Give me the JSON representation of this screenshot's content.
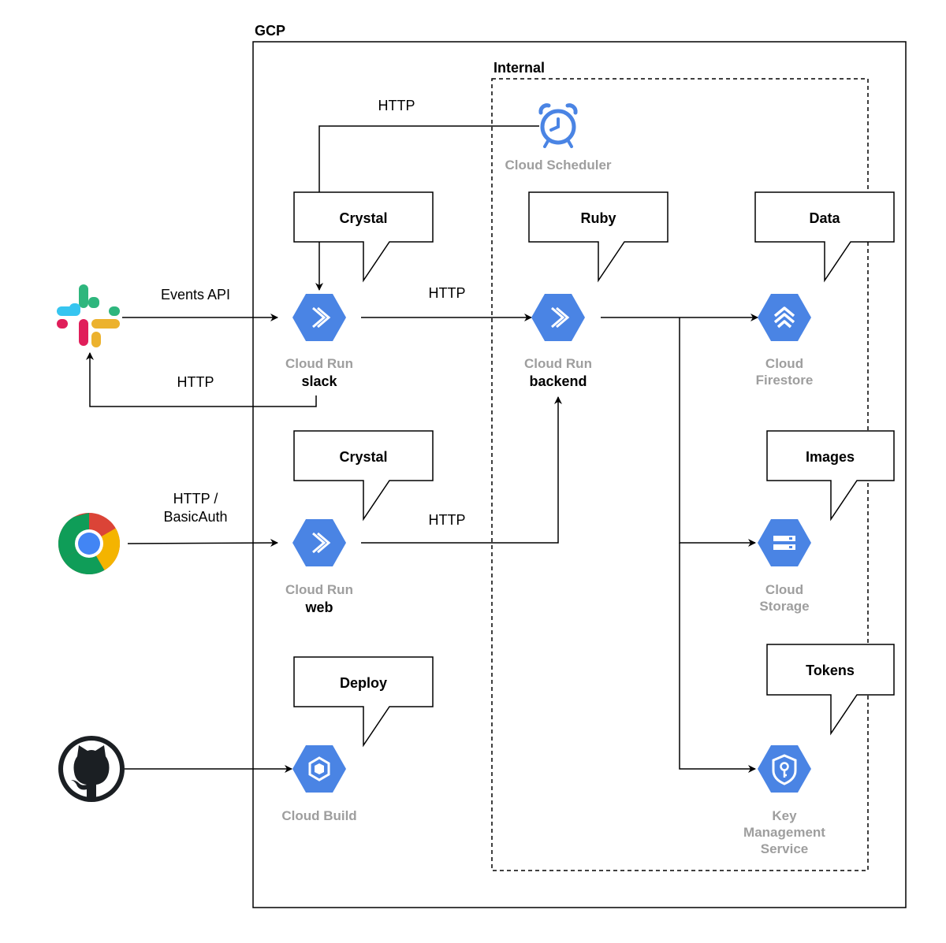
{
  "groups": {
    "gcp": "GCP",
    "internal": "Internal"
  },
  "external": {
    "slack": "slack-logo",
    "chrome": "chrome-logo",
    "github": "github-logo"
  },
  "services": {
    "scheduler": {
      "name": "Cloud Scheduler",
      "icon": "alarm-clock-icon"
    },
    "run_slack": {
      "name": "Cloud Run",
      "sub": "slack",
      "icon": "cloud-run-icon"
    },
    "run_web": {
      "name": "Cloud Run",
      "sub": "web",
      "icon": "cloud-run-icon"
    },
    "run_backend": {
      "name": "Cloud Run",
      "sub": "backend",
      "icon": "cloud-run-icon"
    },
    "build": {
      "name": "Cloud Build",
      "icon": "cloud-build-icon"
    },
    "firestore": {
      "name_line1": "Cloud",
      "name_line2": "Firestore",
      "icon": "firestore-icon"
    },
    "storage": {
      "name_line1": "Cloud",
      "name_line2": "Storage",
      "icon": "storage-icon"
    },
    "kms": {
      "name_line1": "Key",
      "name_line2": "Management",
      "name_line3": "Service",
      "icon": "kms-icon"
    }
  },
  "callouts": {
    "slack_lang": "Crystal",
    "web_lang": "Crystal",
    "backend_lang": "Ruby",
    "build_note": "Deploy",
    "firestore_note": "Data",
    "storage_note": "Images",
    "kms_note": "Tokens"
  },
  "edges": {
    "scheduler_http": "HTTP",
    "events_api": "Events API",
    "slack_reply": "HTTP",
    "slack_backend": "HTTP",
    "chrome_line1": "HTTP /",
    "chrome_line2": "BasicAuth",
    "web_backend": "HTTP"
  },
  "colors": {
    "gcp_blue": "#4a84e4",
    "service_label": "#9e9e9e"
  }
}
